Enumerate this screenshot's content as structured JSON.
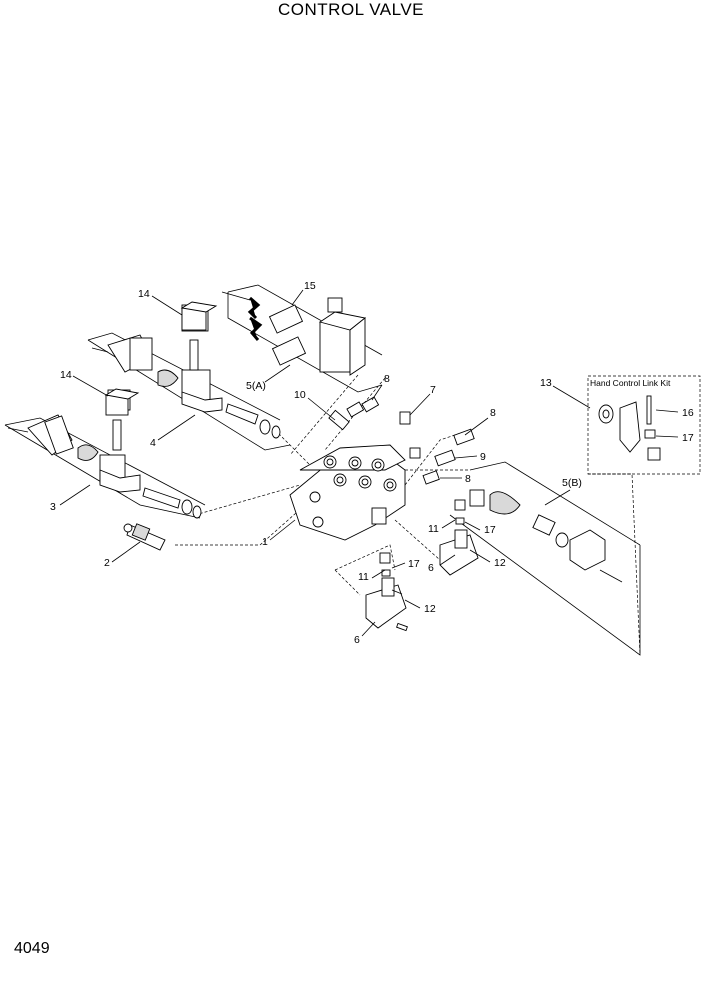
{
  "title": "CONTROL VALVE",
  "page_number": "4049",
  "kit_label": "Hand Control Link Kit",
  "callouts": {
    "c1": "1",
    "c2": "2",
    "c3": "3",
    "c4": "4",
    "c5a": "5(A)",
    "c5b": "5(B)",
    "c6a": "6",
    "c6b": "6",
    "c7": "7",
    "c8a": "8",
    "c8b": "8",
    "c8c": "8",
    "c9": "9",
    "c10": "10",
    "c11a": "11",
    "c11b": "11",
    "c12a": "12",
    "c12b": "12",
    "c13": "13",
    "c14a": "14",
    "c14b": "14",
    "c15": "15",
    "c16": "16",
    "c17a": "17",
    "c17b": "17",
    "c17c": "17"
  }
}
